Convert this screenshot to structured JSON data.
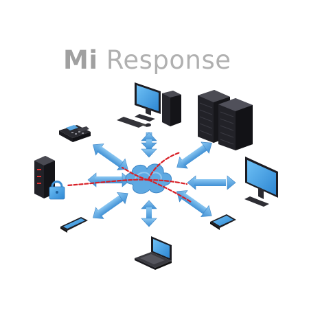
{
  "logo": {
    "bold": "Mi",
    "light": "Response"
  },
  "colors": {
    "arrow": "#5fa8e0",
    "arrow_edge": "#3f86c6",
    "cloud": "#62aee6",
    "dashed_link": "#d81f26",
    "device_dark": "#1f1f24",
    "screen": "#3d97dd"
  },
  "nodes": [
    "desktop-computer",
    "server-rack",
    "desk-phone",
    "secure-server",
    "monitor",
    "smartphone-left",
    "smartphone-right",
    "laptop",
    "cloud-hub"
  ]
}
